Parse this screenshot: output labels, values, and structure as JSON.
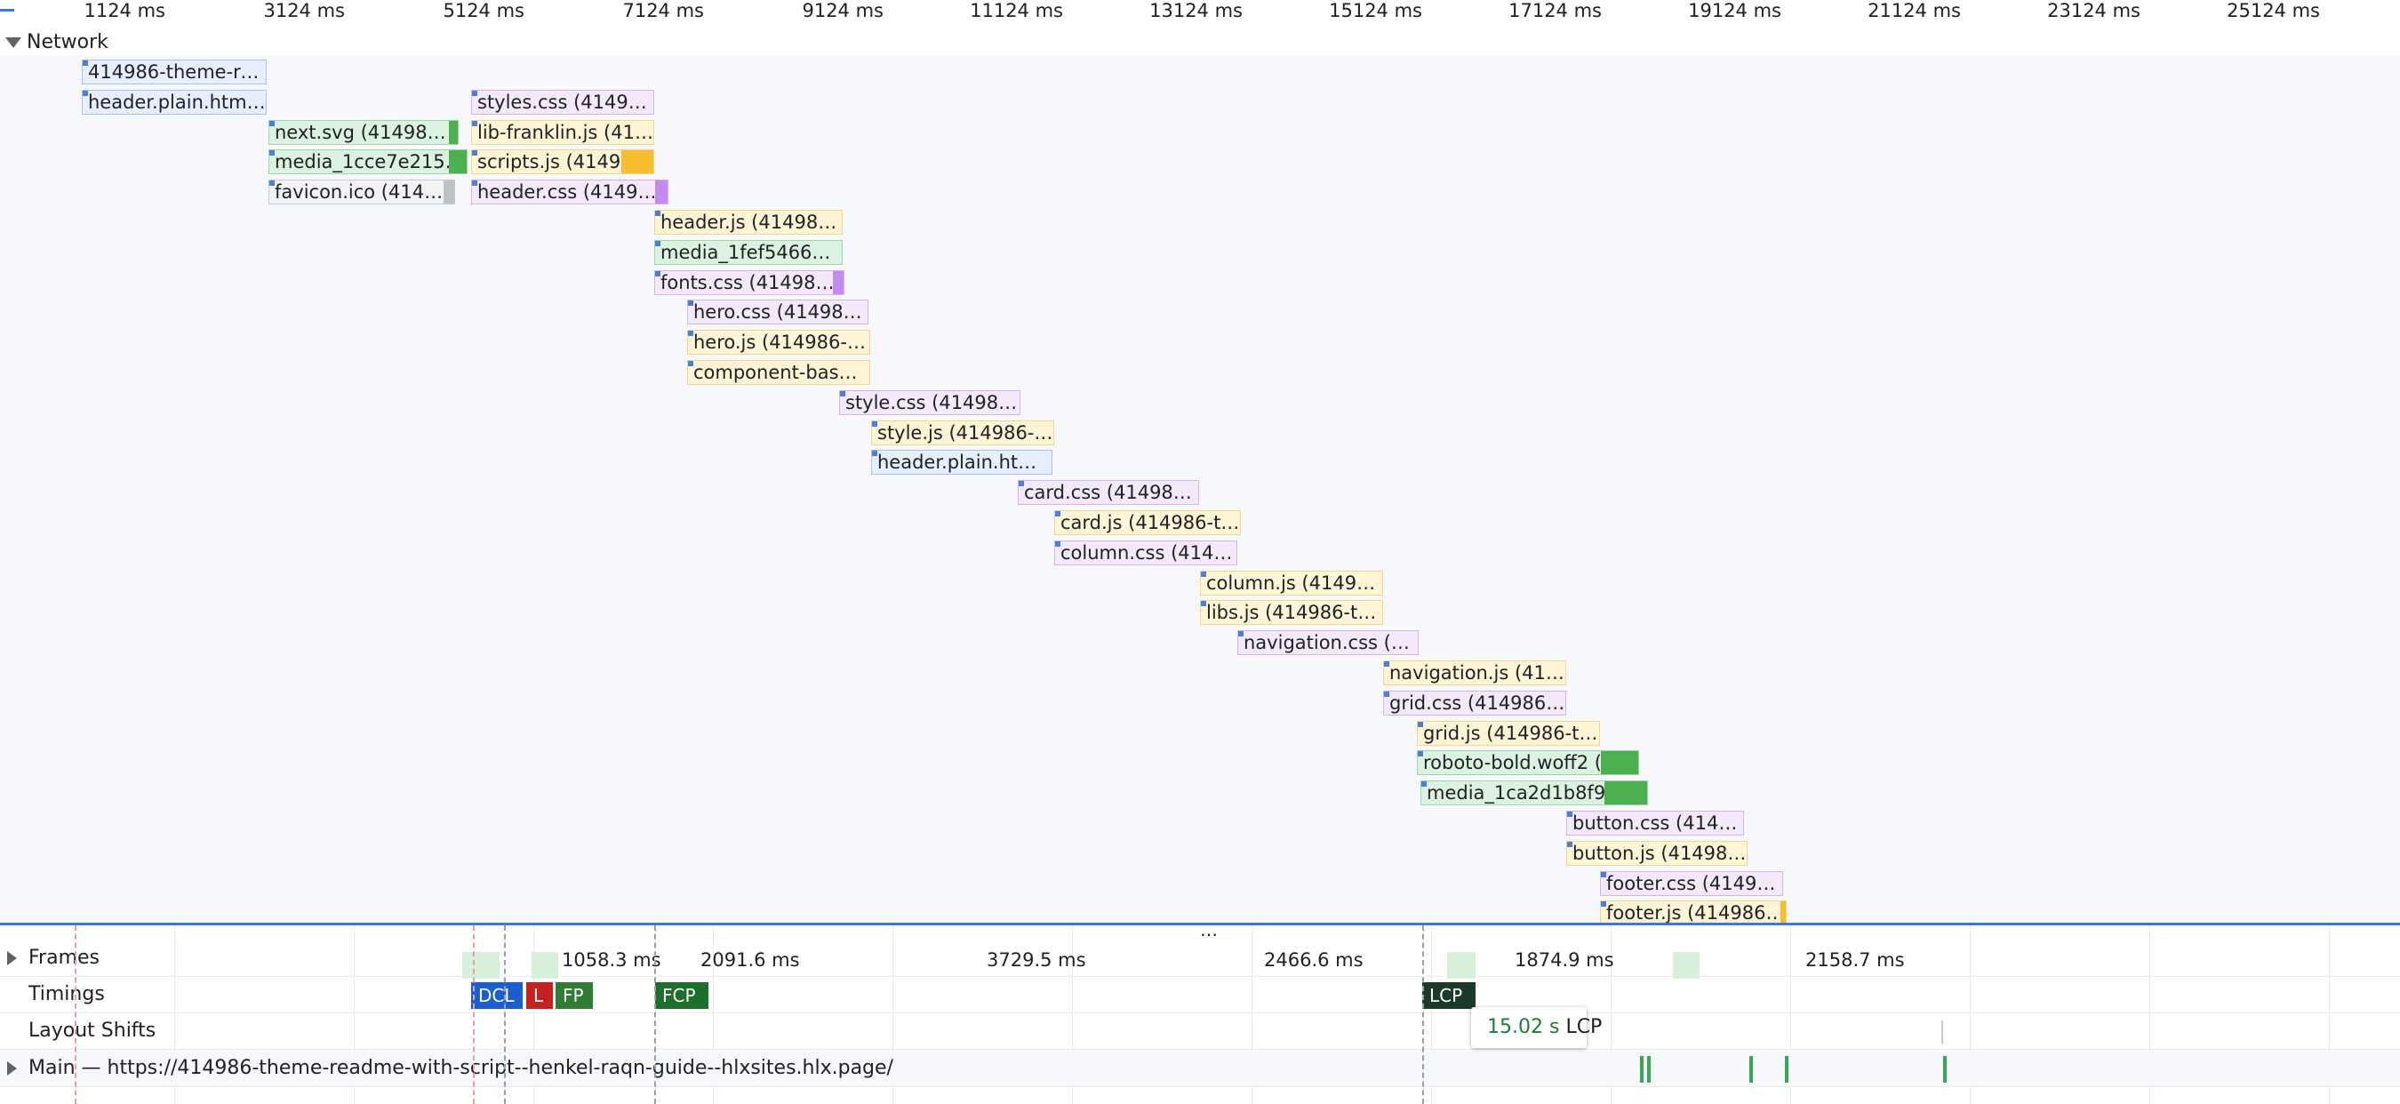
{
  "ruler": [
    "1124 ms",
    "3124 ms",
    "5124 ms",
    "7124 ms",
    "9124 ms",
    "11124 ms",
    "13124 ms",
    "15124 ms",
    "17124 ms",
    "19124 ms",
    "21124 ms",
    "23124 ms",
    "25124 ms"
  ],
  "network": {
    "title": "Network",
    "requests": [
      {
        "label": "414986-theme-re…",
        "type": "html"
      },
      {
        "label": "header.plain.html…",
        "type": "html"
      },
      {
        "label": "styles.css (41498…",
        "type": "css"
      },
      {
        "label": "next.svg (41498…",
        "type": "img"
      },
      {
        "label": "lib-franklin.js (4149…",
        "type": "js"
      },
      {
        "label": "media_1cce7e2154…",
        "type": "img"
      },
      {
        "label": "scripts.js (414986…",
        "type": "js"
      },
      {
        "label": "favicon.ico (41498…",
        "type": "other"
      },
      {
        "label": "header.css (4149…",
        "type": "css"
      },
      {
        "label": "header.js (414986…",
        "type": "js"
      },
      {
        "label": "media_1fef5466d…",
        "type": "img"
      },
      {
        "label": "fonts.css (41498…",
        "type": "css"
      },
      {
        "label": "hero.css (414986…",
        "type": "css"
      },
      {
        "label": "hero.js (414986-t…",
        "type": "js"
      },
      {
        "label": "component-bas…",
        "type": "js"
      },
      {
        "label": "style.css (414986…",
        "type": "css"
      },
      {
        "label": "style.js (414986-…",
        "type": "js"
      },
      {
        "label": "header.plain.html…",
        "type": "html"
      },
      {
        "label": "card.css (414986…",
        "type": "css"
      },
      {
        "label": "card.js (414986-t…",
        "type": "js"
      },
      {
        "label": "column.css (414…",
        "type": "css"
      },
      {
        "label": "column.js (41498…",
        "type": "js"
      },
      {
        "label": "libs.js (414986-t…",
        "type": "js"
      },
      {
        "label": "navigation.css (4…",
        "type": "css"
      },
      {
        "label": "navigation.js (41…",
        "type": "js"
      },
      {
        "label": "grid.css (414986…",
        "type": "css"
      },
      {
        "label": "grid.js (414986-t…",
        "type": "js"
      },
      {
        "label": "roboto-bold.woff2 (4…",
        "type": "img"
      },
      {
        "label": "media_1ca2d1b8f9c6…",
        "type": "img"
      },
      {
        "label": "button.css (4149…",
        "type": "css"
      },
      {
        "label": "button.js (414986…",
        "type": "js"
      },
      {
        "label": "footer.css (41498…",
        "type": "css"
      },
      {
        "label": "footer.js (414986-…",
        "type": "js"
      }
    ]
  },
  "splitter": "…",
  "frames": {
    "title": "Frames",
    "labels": [
      "1058.3 ms",
      "2091.6 ms",
      "3729.5 ms",
      "2466.6 ms",
      "1874.9 ms",
      "2158.7 ms"
    ]
  },
  "timings": {
    "title": "Timings",
    "markers": [
      "DCL",
      "L",
      "FP",
      "FCP",
      "LCP"
    ]
  },
  "layout_shifts": {
    "title": "Layout Shifts"
  },
  "tooltip": {
    "value": "15.02 s",
    "label": "LCP"
  },
  "main": {
    "title": "Main — https://414986-theme-readme-with-script--henkel-raqn-guide--hlxsites.hlx.page/"
  },
  "colors": {
    "html": "#e7efff",
    "css": "#f4e8fb",
    "js": "#fff5d6",
    "img": "#dcf2e1",
    "accent": "#3b78e7",
    "dcl": "#1a5fd0",
    "l": "#c5221f",
    "fp": "#2e7d32",
    "fcp": "#1e6e2e",
    "lcp": "#1b3a2a"
  }
}
